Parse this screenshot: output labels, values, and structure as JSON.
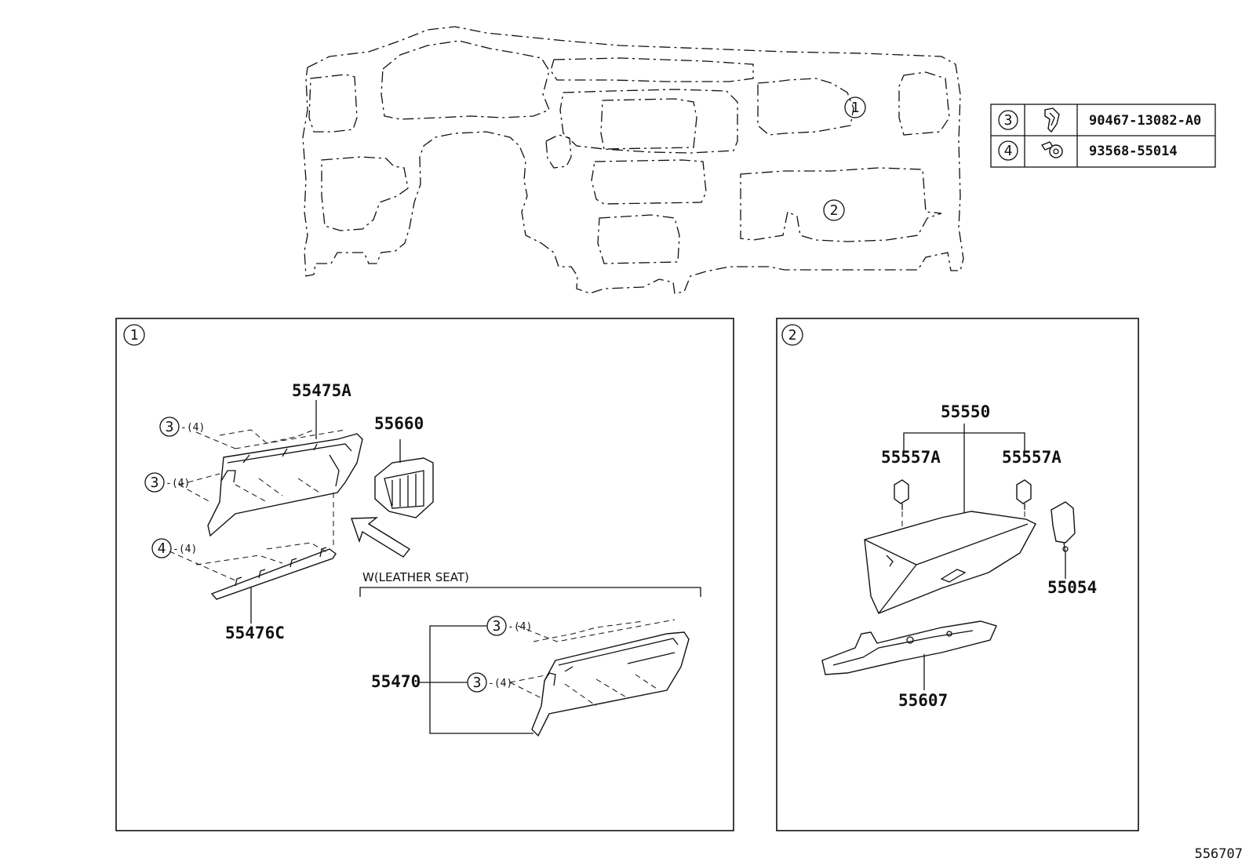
{
  "fastener_table": {
    "rows": [
      {
        "ref": "3",
        "code": "90467-13082-A0",
        "icon": "clip-icon"
      },
      {
        "ref": "4",
        "code": "93568-55014",
        "icon": "screw-icon"
      }
    ]
  },
  "overview": {
    "callouts": [
      "1",
      "2"
    ]
  },
  "panel1": {
    "ref": "1",
    "parts": {
      "p55475A": "55475A",
      "p55660": "55660",
      "p55476C": "55476C",
      "p55470": "55470"
    },
    "fasteners": [
      {
        "ref": "3",
        "qty": "-(4)"
      },
      {
        "ref": "3",
        "qty": "-(4)"
      },
      {
        "ref": "4",
        "qty": "-(4)"
      }
    ],
    "variant": {
      "label": "W(LEATHER SEAT)",
      "fasteners": [
        {
          "ref": "3",
          "qty": "-(4)"
        },
        {
          "ref": "3",
          "qty": "-(4)"
        }
      ]
    }
  },
  "panel2": {
    "ref": "2",
    "parts": {
      "p55550": "55550",
      "p55557A_left": "55557A",
      "p55557A_right": "55557A",
      "p55054": "55054",
      "p55607": "55607"
    }
  },
  "diagram_code": "556707"
}
